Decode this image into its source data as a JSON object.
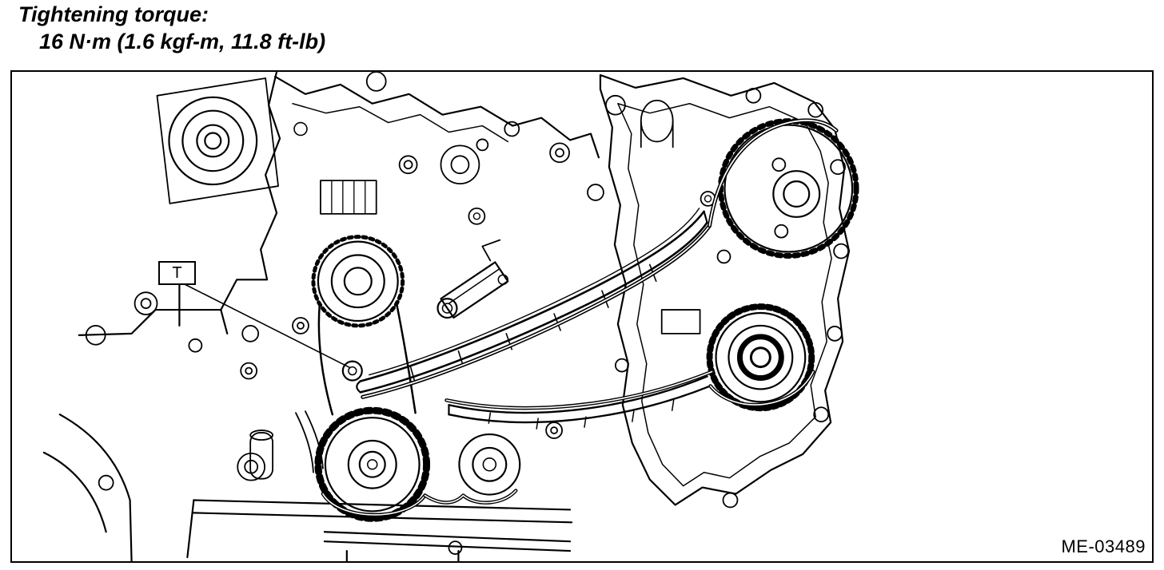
{
  "note": {
    "heading": "Tightening torque:",
    "value": "16 N·m (1.6 kgf-m, 11.8 ft-lb)"
  },
  "figure": {
    "callout": "T",
    "code": "ME-03489"
  },
  "colors": {
    "line": "#000000",
    "background": "#ffffff"
  }
}
